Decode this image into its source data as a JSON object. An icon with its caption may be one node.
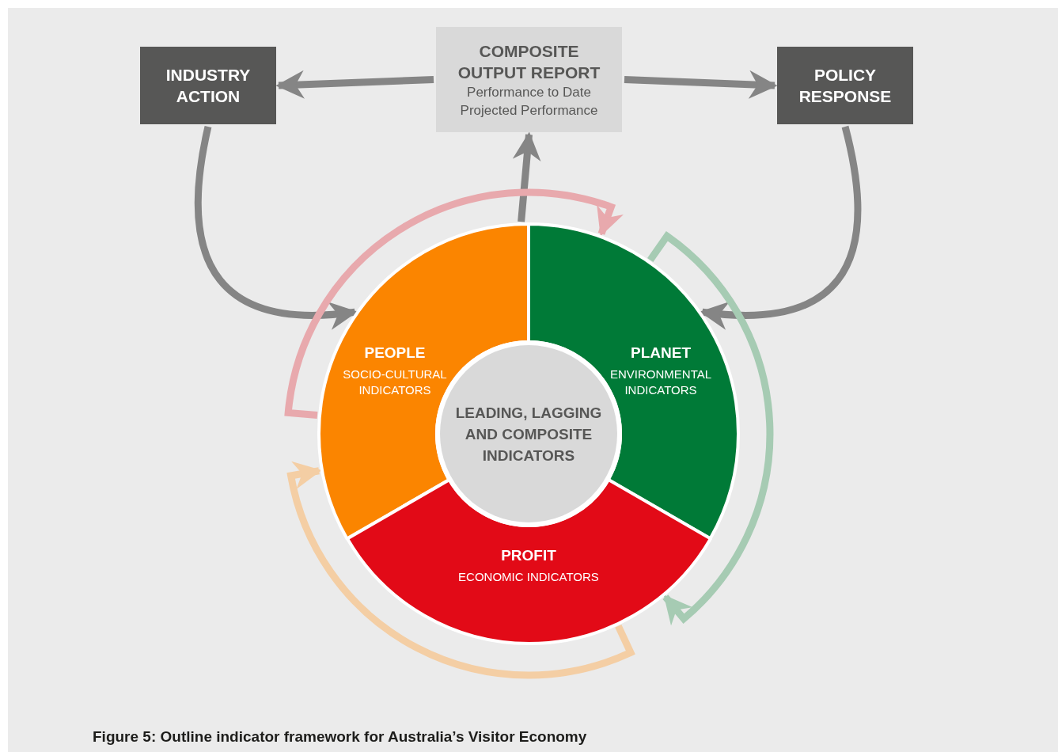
{
  "diagram": {
    "caption": "Figure 5: Outline indicator framework for Australia’s Visitor Economy",
    "nodes": [
      {
        "text": [
          "INDUSTRY ACTION"
        ]
      },
      {
        "text": [
          "COMPOSITE OUTPUT REPORT",
          "Performance to Date",
          "Projected Performance"
        ]
      },
      {
        "text": [
          "POLICY RESPONSE"
        ]
      },
      {
        "text": [
          "PEOPLE",
          "SOCIO-CULTURAL INDICATORS"
        ]
      },
      {
        "text": [
          "PLANET",
          "ENVIRONMENTAL INDICATORS"
        ]
      },
      {
        "text": [
          "PROFIT",
          "ECONOMIC INDICATORS"
        ]
      },
      {
        "text": [
          "LEADING, LAGGING AND COMPOSITE INDICATORS"
        ]
      }
    ],
    "edges": [
      {
        "from": 1,
        "to": 0,
        "arrow": "to"
      },
      {
        "from": 1,
        "to": 2,
        "arrow": "to"
      },
      {
        "from": 3,
        "to": 1,
        "arrow": "to"
      },
      {
        "from": 0,
        "to": 3,
        "arrow": "to"
      },
      {
        "from": 2,
        "to": 4,
        "arrow": "to"
      },
      {
        "from": 3,
        "to": 4,
        "arrow": "to",
        "color": "#e8a9ad"
      },
      {
        "from": 4,
        "to": 5,
        "arrow": "to",
        "color": "#a6cbb3"
      },
      {
        "from": 5,
        "to": 3,
        "arrow": "to",
        "color": "#f4cea4"
      }
    ]
  }
}
